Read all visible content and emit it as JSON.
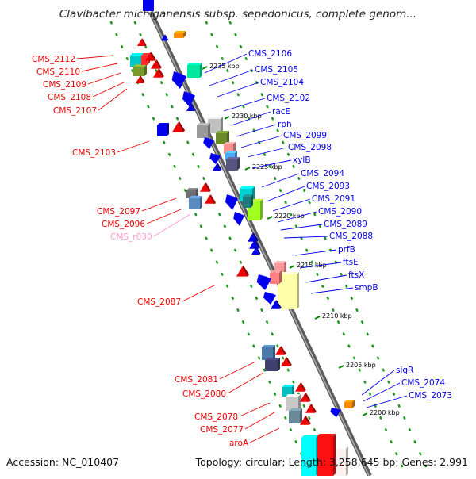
{
  "title": "Clavibacter michiganensis subsp. sepedonicus, complete genom...",
  "footer": {
    "accession": "Accession: NC_010407",
    "topology": "Topology: circular; Length: 3,258,645 bp; Genes: 2,991"
  },
  "colors": {
    "forward_strand": "#0000ee",
    "reverse_strand": "#ee0000",
    "pseudo_rna": "#ff99cc",
    "backbone": "#888888",
    "guide_dots": "#229922"
  },
  "ticks": [
    "2235 kbp",
    "2230 kbp",
    "2225 kbp",
    "2220 kbp",
    "2215 kbp",
    "2210 kbp",
    "2205 kbp",
    "2200 kbp"
  ],
  "left_labels": [
    {
      "text": "CMS_2112",
      "strand": "reverse"
    },
    {
      "text": "CMS_2110",
      "strand": "reverse"
    },
    {
      "text": "CMS_2109",
      "strand": "reverse"
    },
    {
      "text": "CMS_2108",
      "strand": "reverse"
    },
    {
      "text": "CMS_2107",
      "strand": "reverse"
    },
    {
      "text": "CMS_2103",
      "strand": "reverse"
    },
    {
      "text": "CMS_2097",
      "strand": "reverse"
    },
    {
      "text": "CMS_2096",
      "strand": "reverse"
    },
    {
      "text": "CMS_r030",
      "strand": "rna"
    },
    {
      "text": "CMS_2087",
      "strand": "reverse"
    },
    {
      "text": "CMS_2081",
      "strand": "reverse"
    },
    {
      "text": "CMS_2080",
      "strand": "reverse"
    },
    {
      "text": "CMS_2078",
      "strand": "reverse"
    },
    {
      "text": "CMS_2077",
      "strand": "reverse"
    },
    {
      "text": "aroA",
      "strand": "reverse"
    }
  ],
  "right_labels": [
    {
      "text": "CMS_2106",
      "strand": "forward"
    },
    {
      "text": "CMS_2105",
      "strand": "forward"
    },
    {
      "text": "CMS_2104",
      "strand": "forward"
    },
    {
      "text": "CMS_2102",
      "strand": "forward"
    },
    {
      "text": "racE",
      "strand": "forward"
    },
    {
      "text": "rph",
      "strand": "forward"
    },
    {
      "text": "CMS_2099",
      "strand": "forward"
    },
    {
      "text": "CMS_2098",
      "strand": "forward"
    },
    {
      "text": "xylB",
      "strand": "forward"
    },
    {
      "text": "CMS_2094",
      "strand": "forward"
    },
    {
      "text": "CMS_2093",
      "strand": "forward"
    },
    {
      "text": "CMS_2091",
      "strand": "forward"
    },
    {
      "text": "CMS_2090",
      "strand": "forward"
    },
    {
      "text": "CMS_2089",
      "strand": "forward"
    },
    {
      "text": "CMS_2088",
      "strand": "forward"
    },
    {
      "text": "prfB",
      "strand": "forward"
    },
    {
      "text": "ftsE",
      "strand": "forward"
    },
    {
      "text": "ftsX",
      "strand": "forward"
    },
    {
      "text": "smpB",
      "strand": "forward"
    },
    {
      "text": "sigR",
      "strand": "forward"
    },
    {
      "text": "CMS_2074",
      "strand": "forward"
    },
    {
      "text": "CMS_2073",
      "strand": "forward"
    }
  ]
}
